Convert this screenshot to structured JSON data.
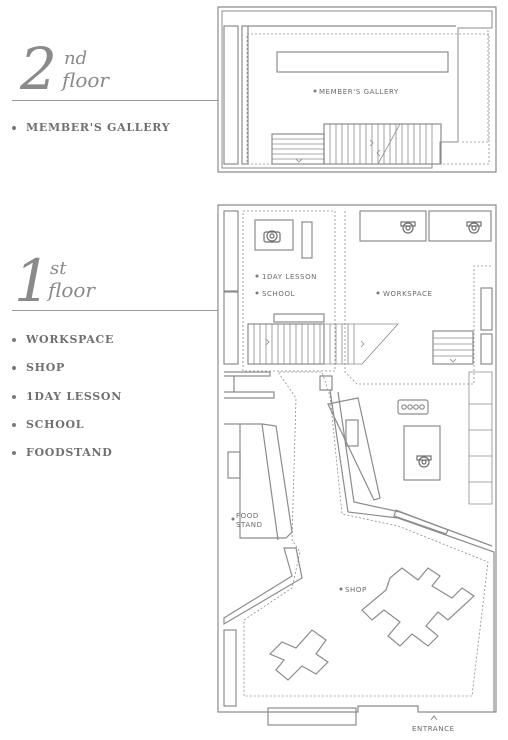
{
  "second_floor": {
    "number": "2",
    "suffix": "nd",
    "word": "floor",
    "legend": [
      "MEMBER'S GALLERY"
    ],
    "map_labels": {
      "gallery": "MEMBER'S GALLERY"
    }
  },
  "first_floor": {
    "number": "1",
    "suffix": "st",
    "word": "floor",
    "legend": [
      "WORKSPACE",
      "SHOP",
      "1DAY LESSON",
      "SCHOOL",
      "FOODSTAND"
    ],
    "map_labels": {
      "lesson": "1DAY LESSON",
      "school": "SCHOOL",
      "workspace": "WORKSPACE",
      "food_line1": "FOOD",
      "food_line2": "STAND",
      "shop": "SHOP",
      "entrance": "ENTRANCE"
    }
  }
}
